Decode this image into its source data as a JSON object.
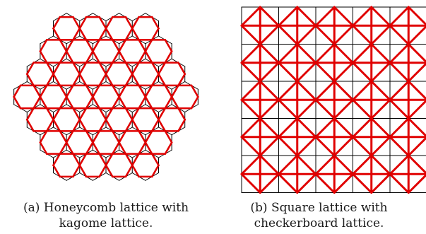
{
  "figure": {
    "panel_a": {
      "caption_line1": "(a) Honeycomb lattice with",
      "caption_line2": "kagome lattice."
    },
    "panel_b": {
      "caption_line1": "(b) Square lattice with",
      "caption_line2": "checkerboard lattice."
    }
  },
  "colors": {
    "base_lattice": "#000000",
    "overlay_lattice": "#e00000"
  }
}
